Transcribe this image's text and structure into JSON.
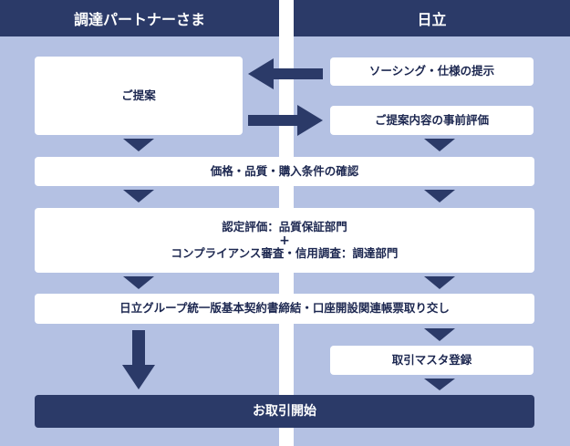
{
  "headers": {
    "partner": "調達パートナーさま",
    "hitachi": "日立"
  },
  "steps": {
    "proposal": "ご提案",
    "sourcing": "ソーシング・仕様の提示",
    "evaluation": "ご提案内容の事前評価",
    "confirm": "価格・品質・購入条件の確認",
    "cert_line1": "認定評価：品質保証部門",
    "cert_plus": "+",
    "cert_line2": "コンプライアンス審査・信用調査：調達部門",
    "contract": "日立グループ統一版基本契約書締結・口座開設関連帳票取り交し",
    "master": "取引マスタ登録",
    "start": "お取引開始"
  },
  "colors": {
    "dark": "#2b3a68",
    "column": "#b4c1e3",
    "box": "#ffffff"
  }
}
